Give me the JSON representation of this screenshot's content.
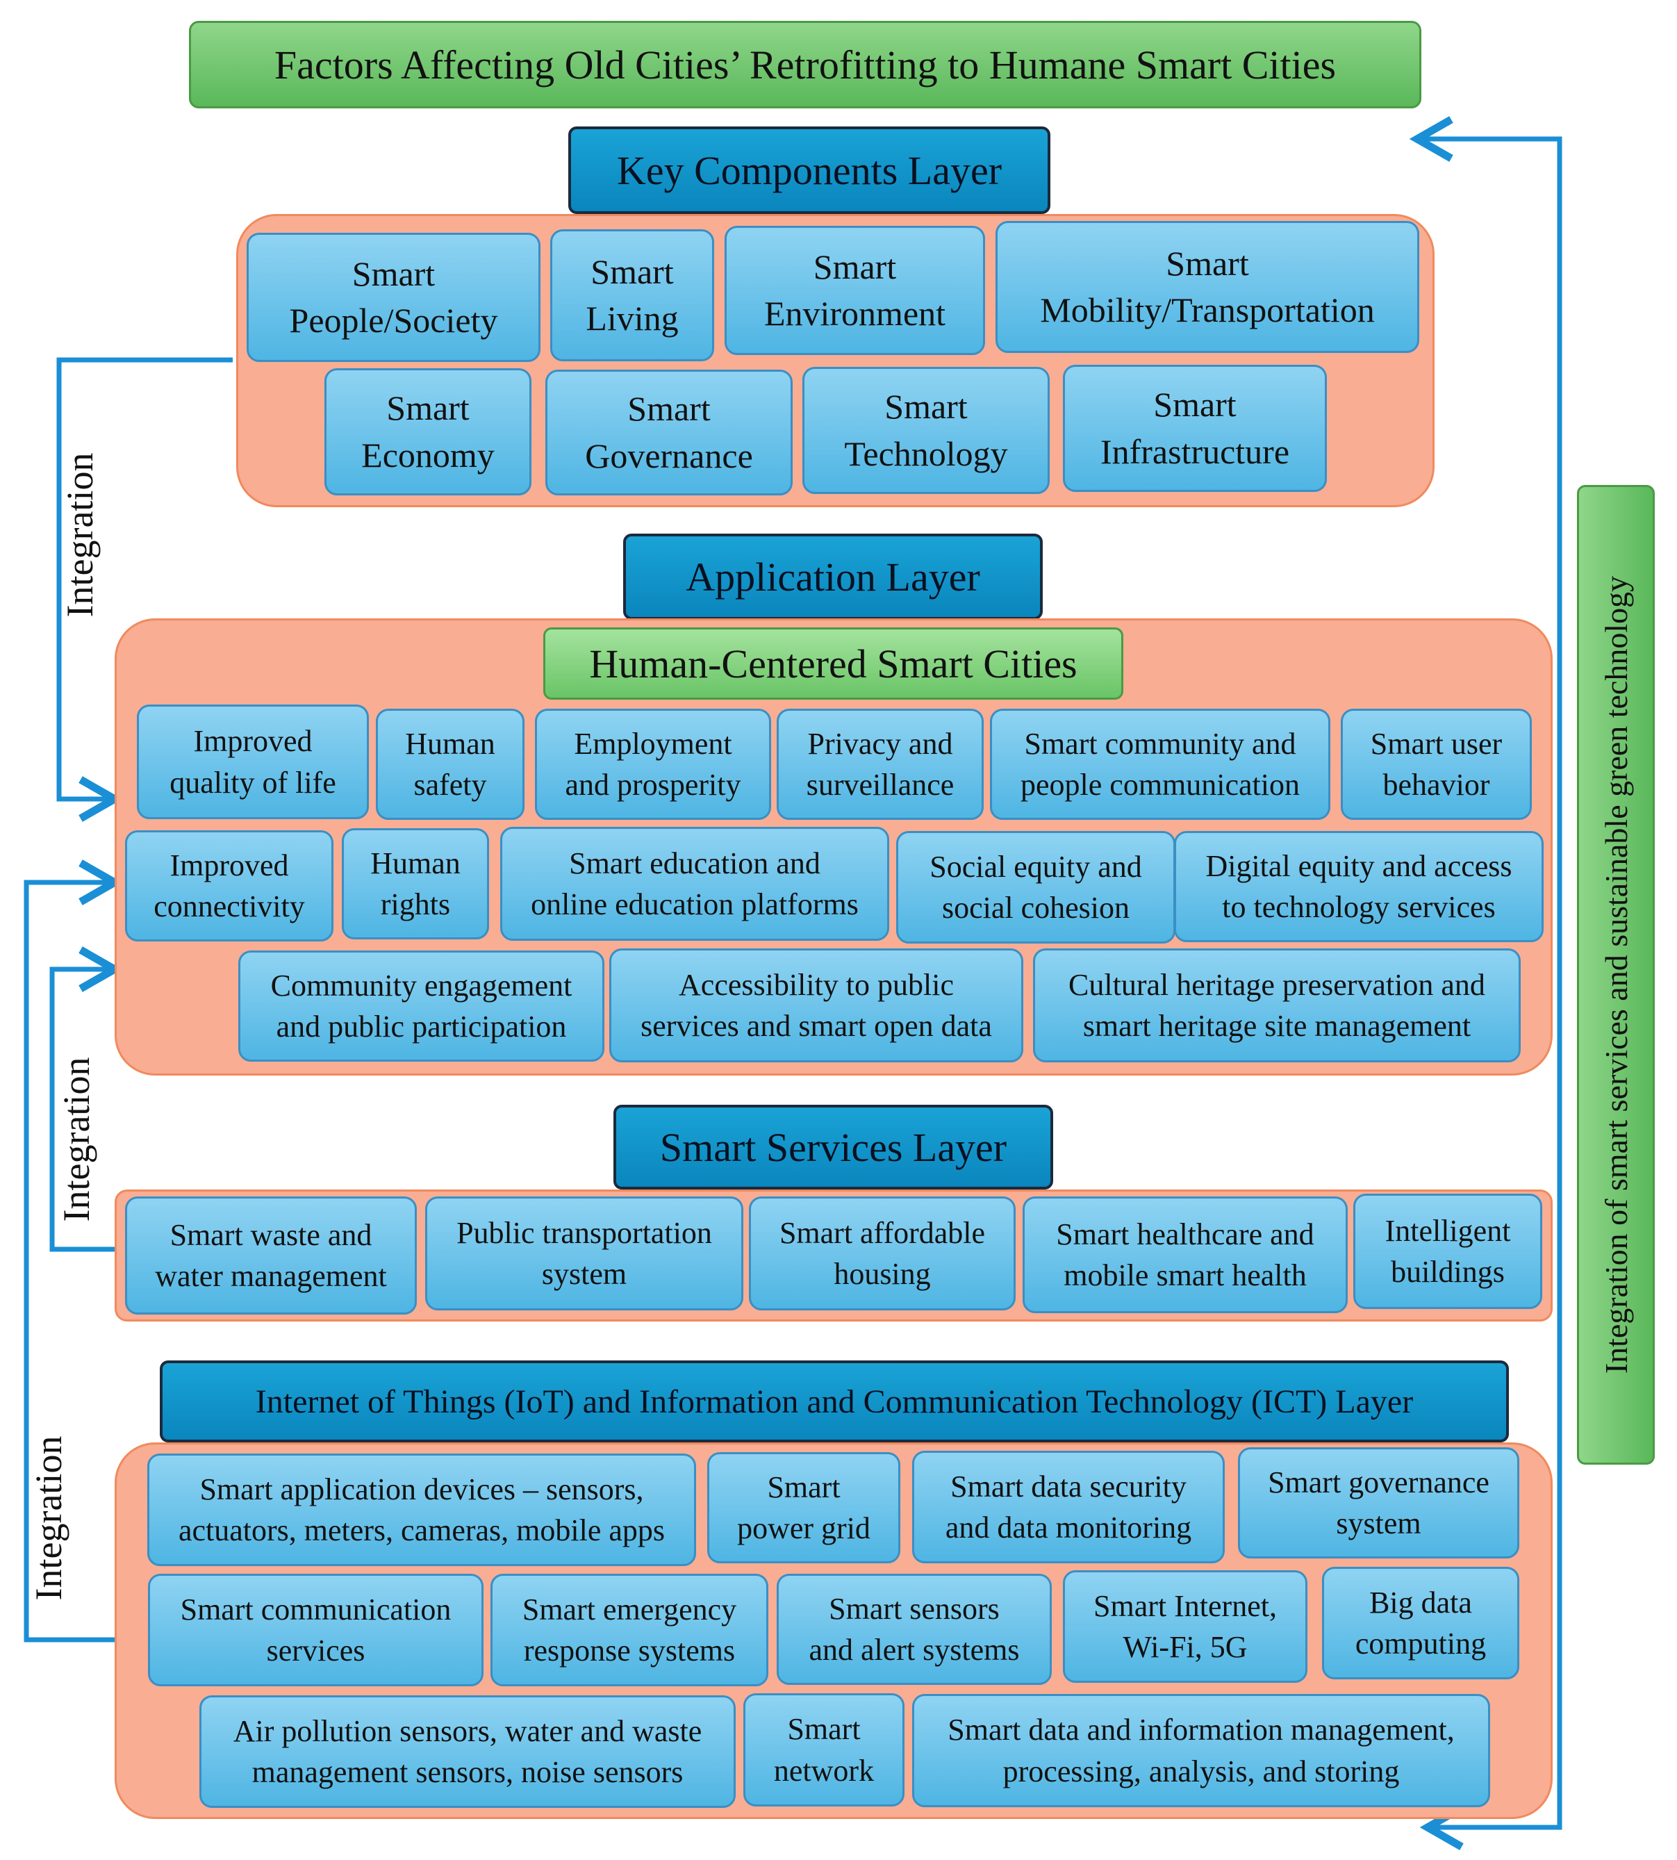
{
  "title": "Factors Affecting Old Cities’ Retrofitting to Humane Smart Cities",
  "layers": {
    "key_components": {
      "title": "Key Components Layer",
      "items": [
        "Smart\nPeople/Society",
        "Smart\nLiving",
        "Smart\nEnvironment",
        "Smart\nMobility/Transportation",
        "Smart\nEconomy",
        "Smart\nGovernance",
        "Smart\nTechnology",
        "Smart\nInfrastructure"
      ]
    },
    "application": {
      "title": "Application Layer",
      "subtitle": "Human-Centered Smart Cities",
      "items": [
        "Improved\nquality of life",
        "Human\nsafety",
        "Employment\nand prosperity",
        "Privacy and\nsurveillance",
        "Smart community and\npeople communication",
        "Smart user\nbehavior",
        "Improved\nconnectivity",
        "Human\nrights",
        "Smart education and\nonline education platforms",
        "Social equity and\nsocial cohesion",
        "Digital equity and access\nto technology services",
        "Community engagement\nand public participation",
        "Accessibility to public\nservices and smart open data",
        "Cultural heritage preservation and\nsmart heritage site management"
      ]
    },
    "smart_services": {
      "title": "Smart Services Layer",
      "items": [
        "Smart waste and\nwater management",
        "Public transportation\nsystem",
        "Smart affordable\nhousing",
        "Smart healthcare and\nmobile smart health",
        "Intelligent\nbuildings"
      ]
    },
    "iot_ict": {
      "title": "Internet of Things (IoT) and Information and Communication Technology (ICT) Layer",
      "items": [
        "Smart application devices – sensors,\nactuators, meters, cameras, mobile apps",
        "Smart\npower grid",
        "Smart data security\nand data monitoring",
        "Smart governance\nsystem",
        "Smart communication\nservices",
        "Smart emergency\nresponse systems",
        "Smart sensors\nand alert systems",
        "Smart Internet,\nWi-Fi, 5G",
        "Big data\ncomputing",
        "Air pollution sensors, water and waste\nmanagement sensors, noise sensors",
        "Smart\nnetwork",
        "Smart data and information management,\nprocessing, analysis, and storing"
      ]
    }
  },
  "integration_label": "Integration",
  "side_label": "Integration of smart services and sustainable green technology",
  "colors": {
    "arrow": "#1a8fd6",
    "panel": "#f9ad93",
    "item": "#6cc4ec",
    "header": "#0a8ec4",
    "green": "#72c46c"
  }
}
